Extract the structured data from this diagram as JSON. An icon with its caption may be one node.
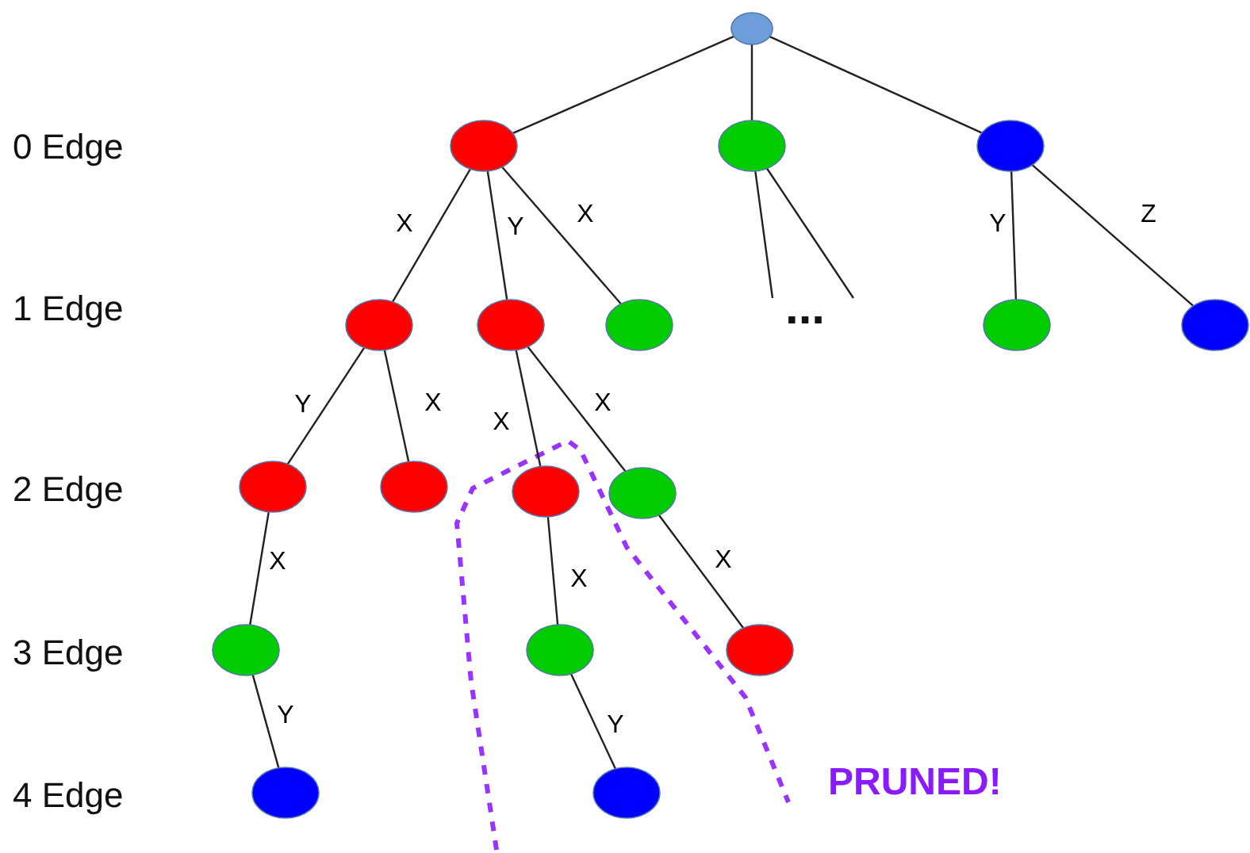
{
  "diagram": {
    "nodes": [
      {
        "text": [],
        "shape": "circle"
      },
      {
        "text": [],
        "shape": "circle"
      },
      {
        "text": [],
        "shape": "circle"
      },
      {
        "text": [],
        "shape": "circle"
      },
      {
        "text": [],
        "shape": "circle"
      },
      {
        "text": [],
        "shape": "circle"
      },
      {
        "text": [],
        "shape": "circle"
      },
      {
        "text": [],
        "shape": "circle"
      },
      {
        "text": [],
        "shape": "circle"
      },
      {
        "text": [],
        "shape": "circle"
      },
      {
        "text": [],
        "shape": "circle"
      },
      {
        "text": [],
        "shape": "circle"
      },
      {
        "text": [],
        "shape": "circle"
      },
      {
        "text": [],
        "shape": "circle"
      },
      {
        "text": [],
        "shape": "circle"
      },
      {
        "text": [],
        "shape": "circle"
      },
      {
        "text": [],
        "shape": "circle"
      },
      {
        "text": [],
        "shape": "circle"
      }
    ],
    "edges": [
      {
        "from": 0,
        "to": 1,
        "arrow": "none"
      },
      {
        "from": 0,
        "to": 2,
        "arrow": "none"
      },
      {
        "from": 0,
        "to": 3,
        "arrow": "none"
      },
      {
        "from": 1,
        "to": 4,
        "arrow": "none",
        "label": "X"
      },
      {
        "from": 1,
        "to": 5,
        "arrow": "none",
        "label": "Y"
      },
      {
        "from": 1,
        "to": 6,
        "arrow": "none",
        "label": "X"
      },
      {
        "from": 2,
        "to": null,
        "arrow": "none"
      },
      {
        "from": 2,
        "to": null,
        "arrow": "none"
      },
      {
        "from": 3,
        "to": 7,
        "arrow": "none",
        "label": "Y"
      },
      {
        "from": 3,
        "to": 8,
        "arrow": "none",
        "label": "Z"
      },
      {
        "from": 4,
        "to": 9,
        "arrow": "none",
        "label": "Y"
      },
      {
        "from": 4,
        "to": 10,
        "arrow": "none",
        "label": "X"
      },
      {
        "from": 5,
        "to": 11,
        "arrow": "none",
        "label": "X"
      },
      {
        "from": 5,
        "to": 12,
        "arrow": "none",
        "label": "X"
      },
      {
        "from": 9,
        "to": 13,
        "arrow": "none",
        "label": "X"
      },
      {
        "from": 11,
        "to": 14,
        "arrow": "none",
        "label": "X"
      },
      {
        "from": 12,
        "to": 15,
        "arrow": "none",
        "label": "X"
      },
      {
        "from": 13,
        "to": 16,
        "arrow": "none",
        "label": "Y"
      },
      {
        "from": 14,
        "to": 17,
        "arrow": "none",
        "label": "Y"
      }
    ],
    "labels": [
      "0 Edge",
      "1 Edge",
      "...",
      "2 Edge",
      "3 Edge",
      "4 Edge",
      "PRUNED!"
    ]
  }
}
